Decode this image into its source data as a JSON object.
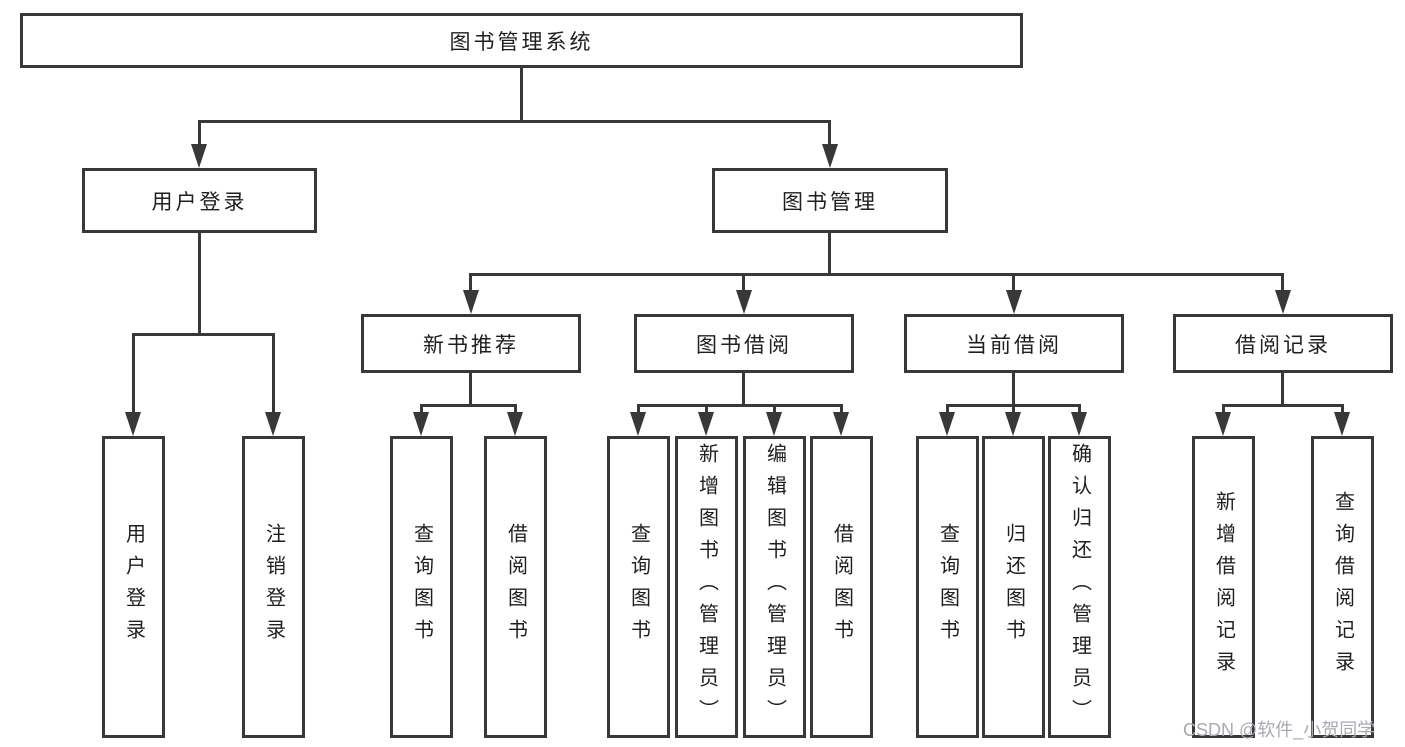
{
  "diagram": {
    "root": {
      "label": "图书管理系统"
    },
    "level2": [
      {
        "label": "用户登录"
      },
      {
        "label": "图书管理"
      }
    ],
    "level3": [
      {
        "label": "新书推荐"
      },
      {
        "label": "图书借阅"
      },
      {
        "label": "当前借阅"
      },
      {
        "label": "借阅记录"
      }
    ],
    "leaves": [
      {
        "label": "用户登录"
      },
      {
        "label": "注销登录"
      },
      {
        "label": "查询图书"
      },
      {
        "label": "借阅图书"
      },
      {
        "label": "查询图书"
      },
      {
        "label": "新增图书（管理员）"
      },
      {
        "label": "编辑图书（管理员）"
      },
      {
        "label": "借阅图书"
      },
      {
        "label": "查询图书"
      },
      {
        "label": "归还图书"
      },
      {
        "label": "确认归还（管理员）"
      },
      {
        "label": "新增借阅记录"
      },
      {
        "label": "查询借阅记录"
      }
    ]
  },
  "watermark": {
    "text": "CSDN @软件_小贺同学"
  },
  "colors": {
    "line": "#383838",
    "text": "#1f1f1f",
    "background": "#ffffff",
    "watermark": "#a9a9b0"
  }
}
